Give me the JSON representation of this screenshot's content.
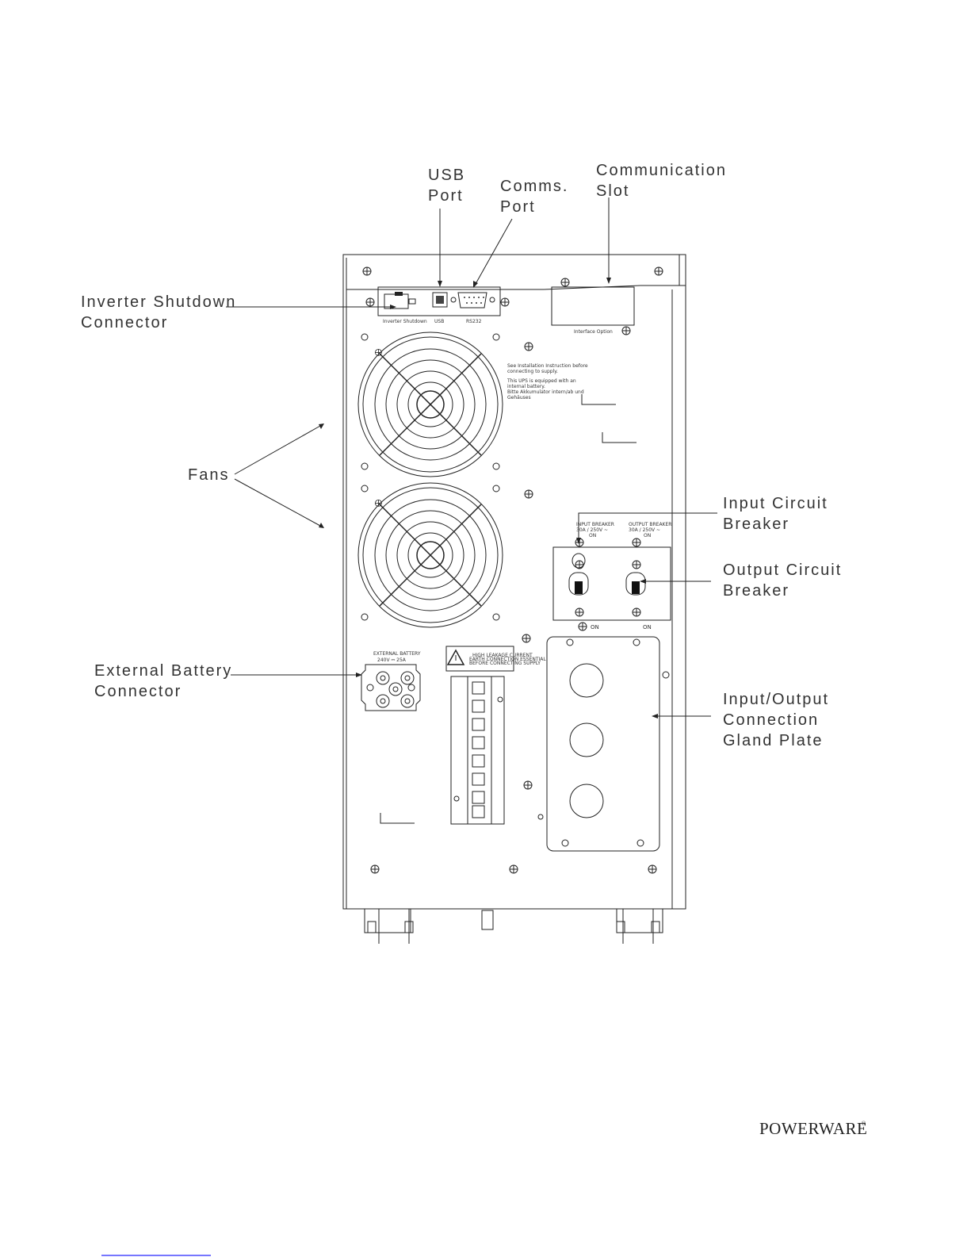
{
  "callouts": {
    "usb_port": [
      "USB",
      "Port"
    ],
    "comms_port": [
      "Comms.",
      "Port"
    ],
    "communication_slot": [
      "Communication",
      "Slot"
    ],
    "inverter_shutdown": [
      "Inverter Shutdown",
      "Connector"
    ],
    "fans": [
      "Fans"
    ],
    "input_breaker": [
      "Input Circuit",
      "Breaker"
    ],
    "output_breaker": [
      "Output Circuit",
      "Breaker"
    ],
    "external_battery": [
      "External Battery",
      "Connector"
    ],
    "gland_plate": [
      "Input/Output",
      "Connection",
      "Gland Plate"
    ]
  },
  "panel": {
    "inverter_shutdown": "Inverter Shutdown",
    "usb": "USB",
    "rs232": "RS232",
    "interface_option": "Interface Option",
    "notice": [
      "See Installation Instruction before",
      "connecting to supply.",
      "This UPS is equipped with an",
      "internal battery.",
      "Bitte Akkumulator intern/ab und",
      "Gehäuses"
    ],
    "input_breaker": [
      "INPUT BREAKER",
      "30A / 250V ~",
      "ON"
    ],
    "output_breaker": [
      "OUTPUT BREAKER",
      "30A / 250V ~",
      "ON"
    ],
    "on_left": "ON",
    "on_right": "ON",
    "ext_battery": [
      "EXTERNAL BATTERY",
      "240V ⎓ 25A"
    ],
    "warning": [
      "HIGH LEAKAGE CURRENT",
      "EARTH CONNECTION ESSENTIAL",
      "BEFORE CONNECTING SUPPLY"
    ]
  },
  "brand": {
    "name": "POWERWARE",
    "mark": "®"
  }
}
